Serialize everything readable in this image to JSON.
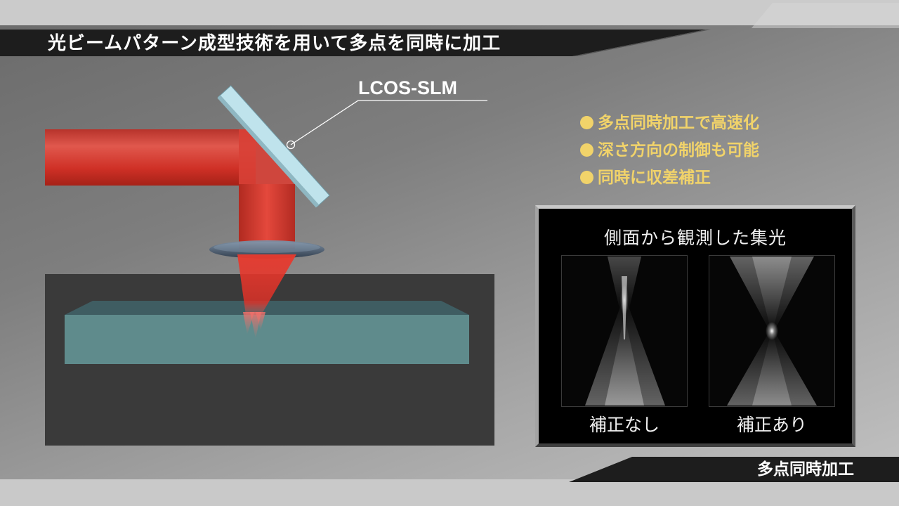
{
  "header": {
    "title": "光ビームパターン成型技術を用いて多点を同時に加工"
  },
  "diagram": {
    "slm_label": "LCOS-SLM"
  },
  "features": {
    "bullet_color": "#f1d36a",
    "items": [
      "多点同時加工で高速化",
      "深さ方向の制御も可能",
      "同時に収差補正"
    ]
  },
  "focus_panel": {
    "title": "側面から観測した集光",
    "images": [
      {
        "caption": "補正なし",
        "kind": "uncorrected"
      },
      {
        "caption": "補正あり",
        "kind": "corrected"
      }
    ]
  },
  "footer": {
    "label": "多点同時加工"
  },
  "colors": {
    "beam_red": "#d8221c",
    "slm_blue": "#bfe3ec",
    "workpiece_teal": "#5f8b8c"
  }
}
